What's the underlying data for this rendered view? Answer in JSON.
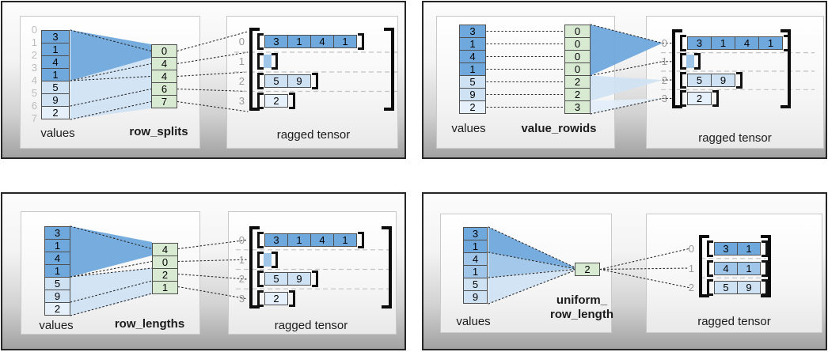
{
  "colors": {
    "dark_blue": "#6fa8dc",
    "medium_blue": "#9fc5e8",
    "light_blue": "#cfe2f3",
    "pale_blue": "#e6f0fa",
    "green": "#d9ead3"
  },
  "panels": [
    {
      "method_label": "row_splits",
      "values_label": "values",
      "tensor_label": "ragged tensor",
      "boundary_indices": [
        "0",
        "1",
        "2",
        "3",
        "4",
        "5",
        "6",
        "7"
      ],
      "values": [
        {
          "v": "3",
          "shade": "dark"
        },
        {
          "v": "1",
          "shade": "dark"
        },
        {
          "v": "4",
          "shade": "dark"
        },
        {
          "v": "1",
          "shade": "dark"
        },
        {
          "v": "5",
          "shade": "light"
        },
        {
          "v": "9",
          "shade": "light"
        },
        {
          "v": "2",
          "shade": "lighter"
        }
      ],
      "param_cells": [
        "0",
        "4",
        "4",
        "6",
        "7"
      ],
      "tensor_rows": [
        {
          "index": "0",
          "cells": [
            {
              "v": "3",
              "shade": "dark"
            },
            {
              "v": "1",
              "shade": "dark"
            },
            {
              "v": "4",
              "shade": "dark"
            },
            {
              "v": "1",
              "shade": "dark"
            }
          ]
        },
        {
          "index": "1",
          "cells": []
        },
        {
          "index": "2",
          "cells": [
            {
              "v": "5",
              "shade": "light"
            },
            {
              "v": "9",
              "shade": "light"
            }
          ]
        },
        {
          "index": "3",
          "cells": [
            {
              "v": "2",
              "shade": "lighter"
            }
          ]
        }
      ]
    },
    {
      "method_label": "value_rowids",
      "values_label": "values",
      "tensor_label": "ragged tensor",
      "values": [
        {
          "v": "3",
          "shade": "dark"
        },
        {
          "v": "1",
          "shade": "dark"
        },
        {
          "v": "4",
          "shade": "dark"
        },
        {
          "v": "1",
          "shade": "dark"
        },
        {
          "v": "5",
          "shade": "light"
        },
        {
          "v": "9",
          "shade": "light"
        },
        {
          "v": "2",
          "shade": "lighter"
        }
      ],
      "param_cells": [
        "0",
        "0",
        "0",
        "0",
        "2",
        "2",
        "3"
      ],
      "tensor_rows": [
        {
          "index": "0",
          "cells": [
            {
              "v": "3",
              "shade": "dark"
            },
            {
              "v": "1",
              "shade": "dark"
            },
            {
              "v": "4",
              "shade": "dark"
            },
            {
              "v": "1",
              "shade": "dark"
            }
          ]
        },
        {
          "index": "1",
          "cells": []
        },
        {
          "index": "2",
          "cells": [
            {
              "v": "5",
              "shade": "light"
            },
            {
              "v": "9",
              "shade": "light"
            }
          ]
        },
        {
          "index": "3",
          "cells": [
            {
              "v": "2",
              "shade": "lighter"
            }
          ]
        }
      ]
    },
    {
      "method_label": "row_lengths",
      "values_label": "values",
      "tensor_label": "ragged tensor",
      "values": [
        {
          "v": "3",
          "shade": "dark"
        },
        {
          "v": "1",
          "shade": "dark"
        },
        {
          "v": "4",
          "shade": "dark"
        },
        {
          "v": "1",
          "shade": "dark"
        },
        {
          "v": "5",
          "shade": "light"
        },
        {
          "v": "9",
          "shade": "light"
        },
        {
          "v": "2",
          "shade": "lighter"
        }
      ],
      "param_cells": [
        "4",
        "0",
        "2",
        "1"
      ],
      "tensor_rows": [
        {
          "index": "0",
          "cells": [
            {
              "v": "3",
              "shade": "dark"
            },
            {
              "v": "1",
              "shade": "dark"
            },
            {
              "v": "4",
              "shade": "dark"
            },
            {
              "v": "1",
              "shade": "dark"
            }
          ]
        },
        {
          "index": "1",
          "cells": []
        },
        {
          "index": "2",
          "cells": [
            {
              "v": "5",
              "shade": "light"
            },
            {
              "v": "9",
              "shade": "light"
            }
          ]
        },
        {
          "index": "3",
          "cells": [
            {
              "v": "2",
              "shade": "lighter"
            }
          ]
        }
      ]
    },
    {
      "method_label": "uniform_\nrow_length",
      "values_label": "values",
      "tensor_label": "ragged tensor",
      "values": [
        {
          "v": "3",
          "shade": "dark"
        },
        {
          "v": "1",
          "shade": "dark"
        },
        {
          "v": "4",
          "shade": "medium"
        },
        {
          "v": "1",
          "shade": "medium"
        },
        {
          "v": "5",
          "shade": "light"
        },
        {
          "v": "9",
          "shade": "light"
        }
      ],
      "param_cells": [
        "2"
      ],
      "tensor_rows": [
        {
          "index": "0",
          "cells": [
            {
              "v": "3",
              "shade": "dark"
            },
            {
              "v": "1",
              "shade": "dark"
            }
          ]
        },
        {
          "index": "1",
          "cells": [
            {
              "v": "4",
              "shade": "medium"
            },
            {
              "v": "1",
              "shade": "medium"
            }
          ]
        },
        {
          "index": "2",
          "cells": [
            {
              "v": "5",
              "shade": "light"
            },
            {
              "v": "9",
              "shade": "light"
            }
          ]
        }
      ]
    }
  ]
}
